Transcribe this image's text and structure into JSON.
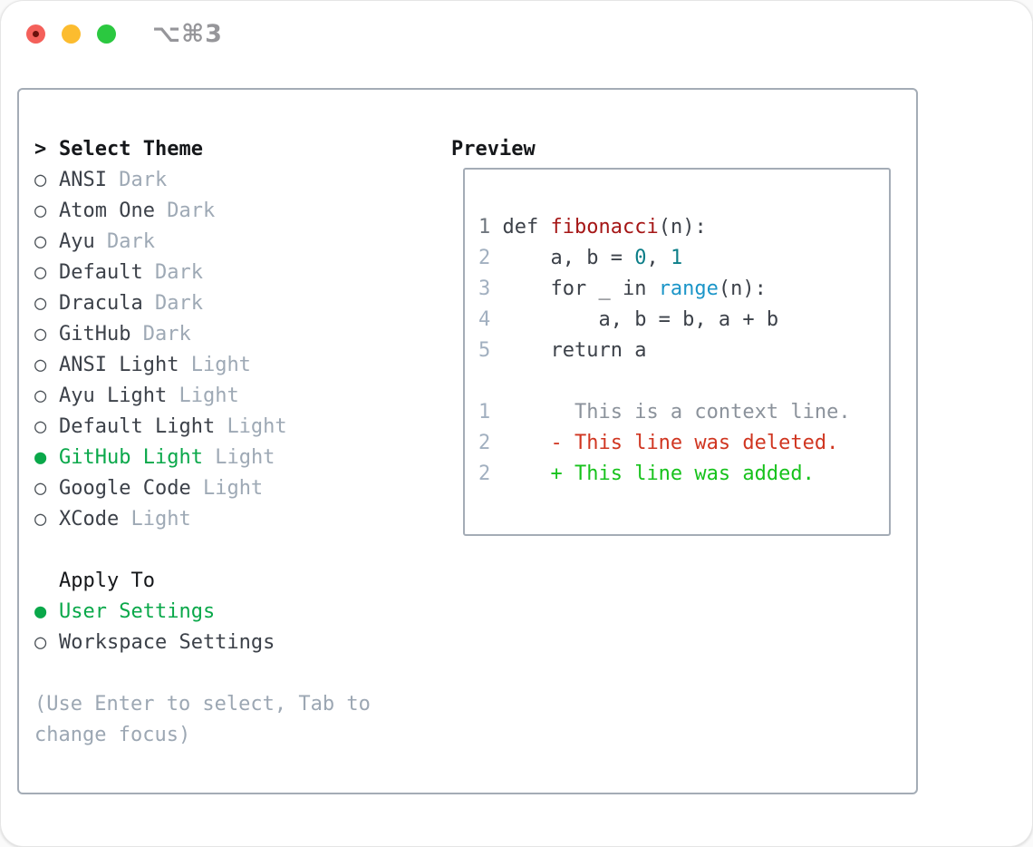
{
  "window": {
    "title": "⌥⌘3",
    "traffic_lights": [
      "close",
      "minimize",
      "zoom"
    ]
  },
  "icons": {
    "radio_unselected": "○",
    "radio_selected": "●",
    "header_marker": ">"
  },
  "colors": {
    "selected_green": "#0aa84a",
    "diff_added_green": "#17c21c",
    "diff_deleted_red": "#d03621",
    "function_red": "#a51616",
    "number_teal": "#0c7e88",
    "builtin_blue": "#1b95c8",
    "muted_gray": "#9ea9b5",
    "panel_border": "#a4acb6"
  },
  "theme_selector": {
    "header": "Select Theme",
    "themes": [
      {
        "name": "ANSI",
        "variant": "Dark",
        "selected": false
      },
      {
        "name": "Atom One",
        "variant": "Dark",
        "selected": false
      },
      {
        "name": "Ayu",
        "variant": "Dark",
        "selected": false
      },
      {
        "name": "Default",
        "variant": "Dark",
        "selected": false
      },
      {
        "name": "Dracula",
        "variant": "Dark",
        "selected": false
      },
      {
        "name": "GitHub",
        "variant": "Dark",
        "selected": false
      },
      {
        "name": "ANSI Light",
        "variant": "Light",
        "selected": false
      },
      {
        "name": "Ayu Light",
        "variant": "Light",
        "selected": false
      },
      {
        "name": "Default Light",
        "variant": "Light",
        "selected": false
      },
      {
        "name": "GitHub Light",
        "variant": "Light",
        "selected": true
      },
      {
        "name": "Google Code",
        "variant": "Light",
        "selected": false
      },
      {
        "name": "XCode",
        "variant": "Light",
        "selected": false
      }
    ],
    "apply_to": {
      "header": "Apply To",
      "options": [
        {
          "name": "User Settings",
          "selected": true
        },
        {
          "name": "Workspace Settings",
          "selected": false
        }
      ]
    },
    "help_text": "(Use Enter to select, Tab to change focus)"
  },
  "preview": {
    "title": "Preview",
    "code_lines": [
      {
        "num": "1",
        "num_cls": "ln-first",
        "segs": [
          {
            "t": "def ",
            "c": "c-code"
          },
          {
            "t": "fibonacci",
            "c": "c-func"
          },
          {
            "t": "(n):",
            "c": "c-code"
          }
        ]
      },
      {
        "num": "2",
        "num_cls": "ln",
        "segs": [
          {
            "t": "    a, b = ",
            "c": "c-code"
          },
          {
            "t": "0",
            "c": "c-num"
          },
          {
            "t": ", ",
            "c": "c-code"
          },
          {
            "t": "1",
            "c": "c-num"
          }
        ]
      },
      {
        "num": "3",
        "num_cls": "ln",
        "segs": [
          {
            "t": "    for _ in ",
            "c": "c-code"
          },
          {
            "t": "range",
            "c": "c-builtin"
          },
          {
            "t": "(n):",
            "c": "c-code"
          }
        ]
      },
      {
        "num": "4",
        "num_cls": "ln",
        "segs": [
          {
            "t": "        a, b = b, a + b",
            "c": "c-code"
          }
        ]
      },
      {
        "num": "5",
        "num_cls": "ln",
        "segs": [
          {
            "t": "    return a",
            "c": "c-code"
          }
        ]
      },
      {
        "blank": true
      },
      {
        "num": "1",
        "num_cls": "ln",
        "segs": [
          {
            "t": "      This is a context line.",
            "c": "c-ctx"
          }
        ]
      },
      {
        "num": "2",
        "num_cls": "ln",
        "segs": [
          {
            "t": "    - This line was deleted.",
            "c": "c-del"
          }
        ]
      },
      {
        "num": "2",
        "num_cls": "ln",
        "segs": [
          {
            "t": "    + This line was added.",
            "c": "c-add"
          }
        ]
      }
    ]
  }
}
